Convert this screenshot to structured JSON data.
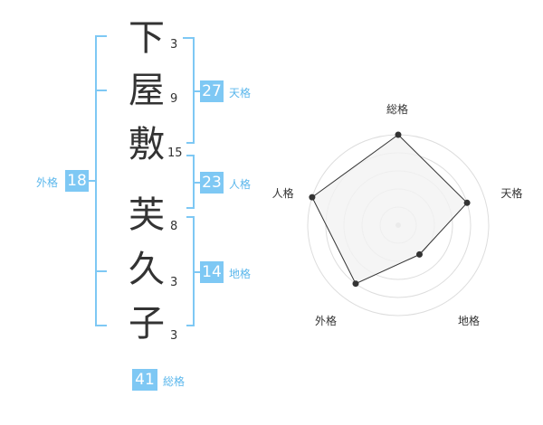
{
  "name": {
    "chars": [
      {
        "char": "下",
        "strokes": "3"
      },
      {
        "char": "屋",
        "strokes": "9"
      },
      {
        "char": "敷",
        "strokes": "15"
      },
      {
        "char": "芙",
        "strokes": "8"
      },
      {
        "char": "久",
        "strokes": "3"
      },
      {
        "char": "子",
        "strokes": "3"
      }
    ]
  },
  "fortune": {
    "tenkaku": {
      "value": "27",
      "label": "天格"
    },
    "jinkaku": {
      "value": "23",
      "label": "人格"
    },
    "chikaku": {
      "value": "14",
      "label": "地格"
    },
    "gaikaku": {
      "value": "18",
      "label": "外格"
    },
    "soukaku": {
      "value": "41",
      "label": "総格"
    }
  },
  "chart_data": {
    "type": "radar",
    "axes": [
      "総格",
      "天格",
      "地格",
      "外格",
      "人格"
    ],
    "max": 5,
    "values": [
      5,
      4,
      2,
      4,
      5
    ],
    "grid_rings": 5,
    "fill_color": "#f2f2f2",
    "line_color": "#333333",
    "ring_color": "#dddddd"
  },
  "colors": {
    "accent": "#7ec8f4",
    "label": "#5bb7ec"
  }
}
